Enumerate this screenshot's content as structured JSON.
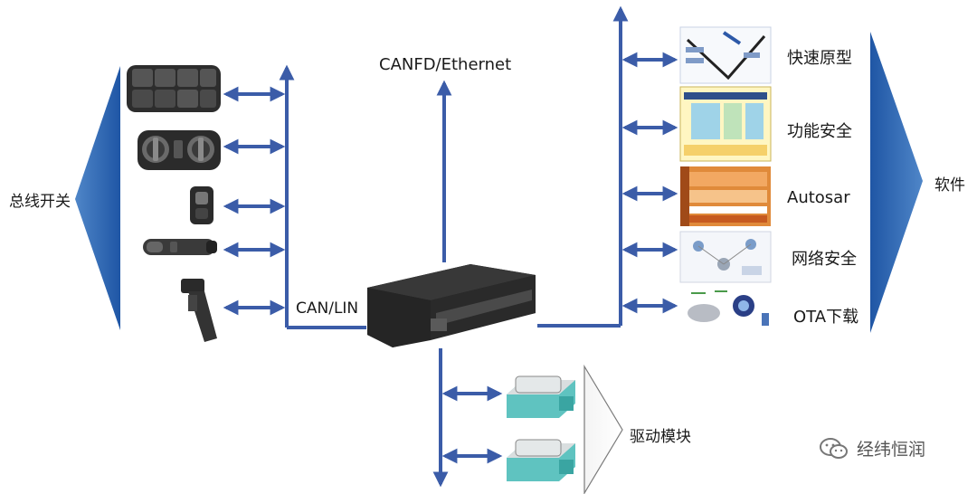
{
  "labels": {
    "bus_switch": "总线开关",
    "canfd_ethernet": "CANFD/Ethernet",
    "can_lin": "CAN/LIN",
    "software": "软件",
    "drive_module": "驱动模块"
  },
  "software_items": [
    {
      "label": "快速原型"
    },
    {
      "label": "功能安全"
    },
    {
      "label": "Autosar"
    },
    {
      "label": "网络安全"
    },
    {
      "label": "OTA下载"
    }
  ],
  "watermark": {
    "text": "经纬恒润"
  },
  "colors": {
    "arrow": "#3b5ca8",
    "triangle": "#2e64b0",
    "device_dark": "#2b2b2b",
    "module_teal": "#5fc3c0"
  }
}
